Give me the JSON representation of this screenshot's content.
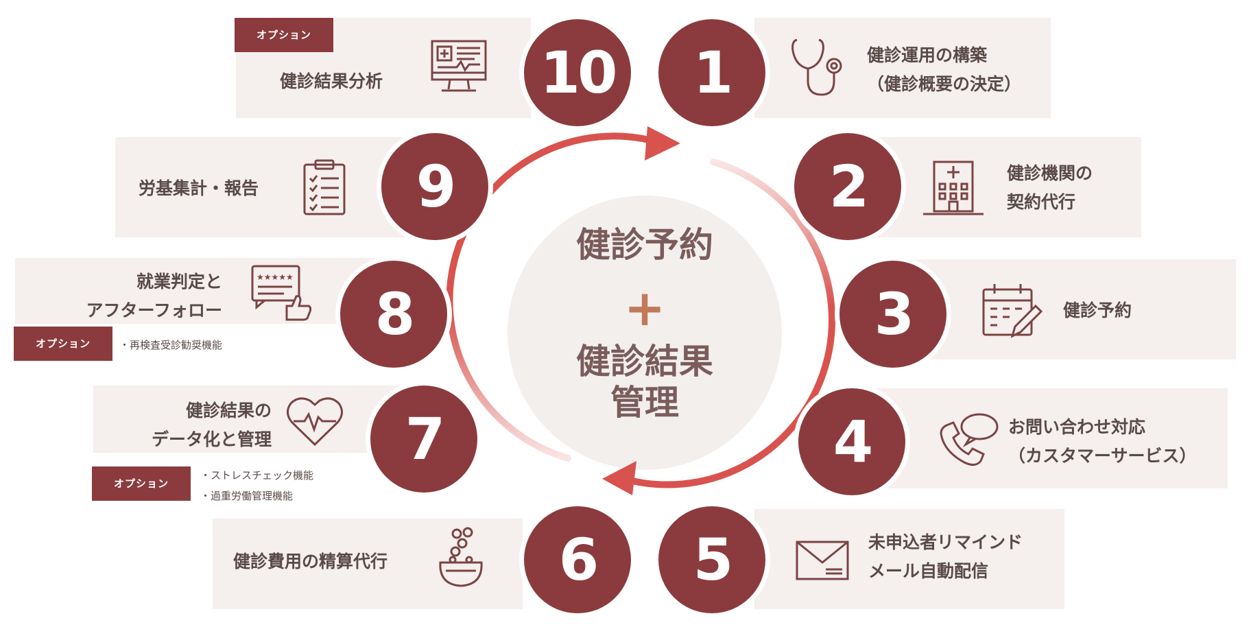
{
  "center": {
    "line1": "健診予約",
    "plus": "+",
    "line2": "健診結果",
    "line3": "管理"
  },
  "option_label": "オプション",
  "steps": [
    {
      "number": "1",
      "line1": "健診運用の構築",
      "line2": "（健診概要の決定）",
      "icon": "stethoscope-icon"
    },
    {
      "number": "2",
      "line1": "健診機関の",
      "line2": "契約代行",
      "icon": "hospital-icon"
    },
    {
      "number": "3",
      "line1": "健診予約",
      "icon": "calendar-pen-icon"
    },
    {
      "number": "4",
      "line1": "お問い合わせ対応",
      "line2": "（カスタマーサービス）",
      "icon": "phone-chat-icon"
    },
    {
      "number": "5",
      "line1": "未申込者リマインド",
      "line2": "メール自動配信",
      "icon": "envelope-icon"
    },
    {
      "number": "6",
      "line1": "健診費用の精算代行",
      "icon": "coin-purse-icon"
    },
    {
      "number": "7",
      "line1": "健診結果の",
      "line2": "データ化と管理",
      "icon": "heart-pulse-icon",
      "option_items": [
        "・ストレスチェック機能",
        "・過重労働管理機能"
      ]
    },
    {
      "number": "8",
      "line1": "就業判定と",
      "line2": "アフターフォロー",
      "icon": "rating-thumbs-up-icon",
      "option_items": [
        "・再検査受診勧奨機能"
      ]
    },
    {
      "number": "9",
      "line1": "労基集計・報告",
      "icon": "clipboard-checklist-icon"
    },
    {
      "number": "10",
      "line1": "健診結果分析",
      "icon": "monitor-chart-icon",
      "is_option": true
    }
  ],
  "colors": {
    "circle": "#8b3b3d",
    "panel": "#f5efed",
    "arrow": "#d8534e",
    "center_text": "#7a5c5a",
    "plus": "#c07a5a",
    "text": "#594a48"
  }
}
